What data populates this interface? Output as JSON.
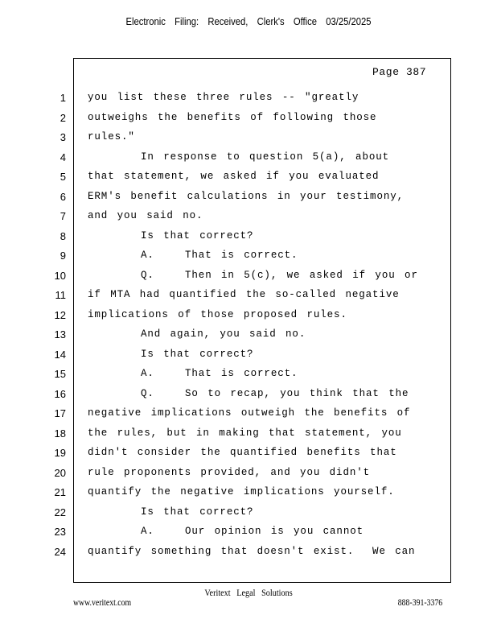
{
  "header": "Electronic Filing: Received, Clerk's Office 03/25/2025",
  "page_label": "Page 387",
  "lines": [
    {
      "n": "1",
      "text": "you list these three rules -- \"greatly",
      "indent": false
    },
    {
      "n": "2",
      "text": "outweighs the benefits of following those",
      "indent": false
    },
    {
      "n": "3",
      "text": "rules.\"",
      "indent": false
    },
    {
      "n": "4",
      "text": "In response to question 5(a), about",
      "indent": true
    },
    {
      "n": "5",
      "text": "that statement, we asked if you evaluated",
      "indent": false
    },
    {
      "n": "6",
      "text": "ERM's benefit calculations in your testimony,",
      "indent": false
    },
    {
      "n": "7",
      "text": "and you said no.",
      "indent": false
    },
    {
      "n": "8",
      "text": "Is that correct?",
      "indent": true
    },
    {
      "n": "9",
      "label": "A.",
      "text": "That is correct.",
      "indent": true
    },
    {
      "n": "10",
      "label": "Q.",
      "text": "Then in 5(c), we asked if you or",
      "indent": true
    },
    {
      "n": "11",
      "text": "if MTA had quantified the so-called negative",
      "indent": false
    },
    {
      "n": "12",
      "text": "implications of those proposed rules.",
      "indent": false
    },
    {
      "n": "13",
      "text": "And again, you said no.",
      "indent": true
    },
    {
      "n": "14",
      "text": "Is that correct?",
      "indent": true
    },
    {
      "n": "15",
      "label": "A.",
      "text": "That is correct.",
      "indent": true
    },
    {
      "n": "16",
      "label": "Q.",
      "text": "So to recap, you think that the",
      "indent": true
    },
    {
      "n": "17",
      "text": "negative implications outweigh the benefits of",
      "indent": false
    },
    {
      "n": "18",
      "text": "the rules, but in making that statement, you",
      "indent": false
    },
    {
      "n": "19",
      "text": "didn't consider the quantified benefits that",
      "indent": false
    },
    {
      "n": "20",
      "text": "rule proponents provided, and you didn't",
      "indent": false
    },
    {
      "n": "21",
      "text": "quantify the negative implications yourself.",
      "indent": false
    },
    {
      "n": "22",
      "text": "Is that correct?",
      "indent": true
    },
    {
      "n": "23",
      "label": "A.",
      "text": "Our opinion is you cannot",
      "indent": true
    },
    {
      "n": "24",
      "text": "quantify something that doesn't exist.  We can",
      "indent": false
    }
  ],
  "footer": {
    "company": "Veritext Legal Solutions",
    "website": "www.veritext.com",
    "phone": "888-391-3376"
  }
}
